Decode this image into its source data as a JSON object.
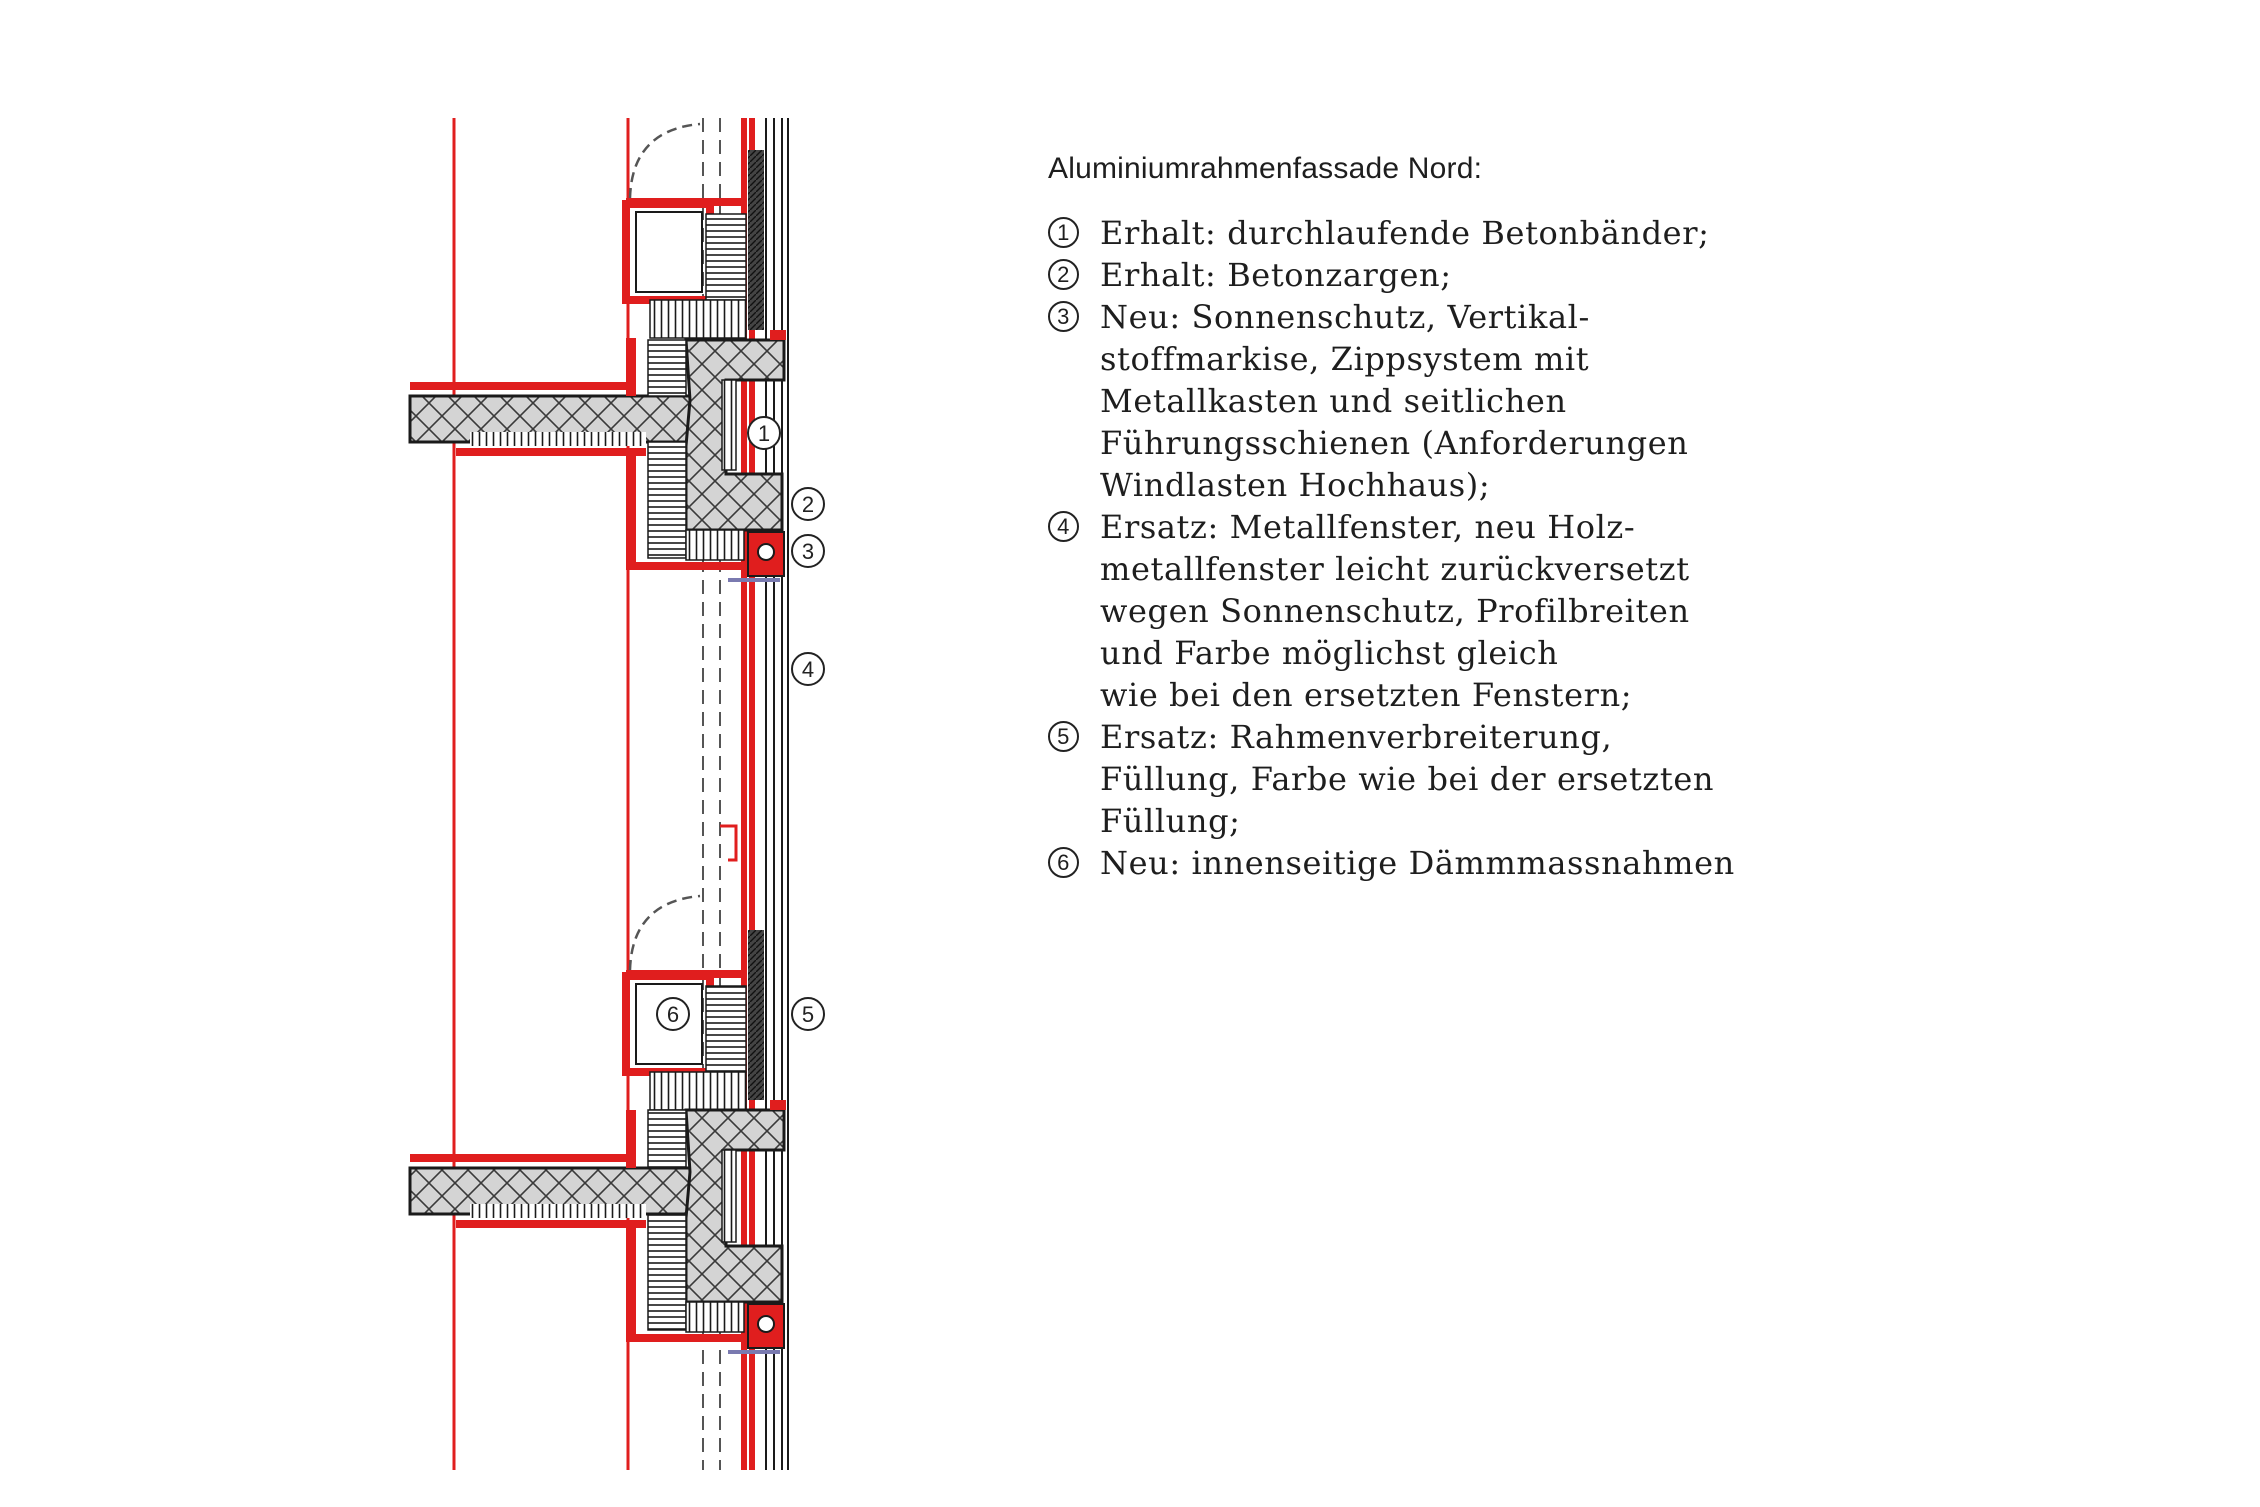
{
  "legend": {
    "title": "Aluminiumrahmenfassade Nord:",
    "items": [
      {
        "num": "1",
        "text": "Erhalt: durchlaufende Betonbänder;"
      },
      {
        "num": "2",
        "text": "Erhalt: Betonzargen;"
      },
      {
        "num": "3",
        "text": "Neu: Sonnenschutz, Vertikal-\nstoffmarkise, Zippsystem mit\nMetallkasten und seitlichen\nFührungsschienen (Anforderungen\nWindlasten Hochhaus);"
      },
      {
        "num": "4",
        "text": "Ersatz: Metallfenster, neu Holz-\nmetallfenster leicht zurückversetzt\nwegen Sonnenschutz, Profilbreiten\nund Farbe möglichst gleich\nwie bei den ersetzten Fenstern;"
      },
      {
        "num": "5",
        "text": "Ersatz: Rahmenverbreiterung,\nFüllung, Farbe wie bei der ersetzten\nFüllung;"
      },
      {
        "num": "6",
        "text": "Neu: innenseitige Dämmmassnahmen"
      }
    ]
  },
  "callouts": [
    "1",
    "2",
    "3",
    "4",
    "5",
    "6"
  ],
  "colors": {
    "red": "#e01e1e",
    "concrete": "#d4d4d4",
    "line": "#1a1a1a",
    "text": "#1e1e1e"
  }
}
